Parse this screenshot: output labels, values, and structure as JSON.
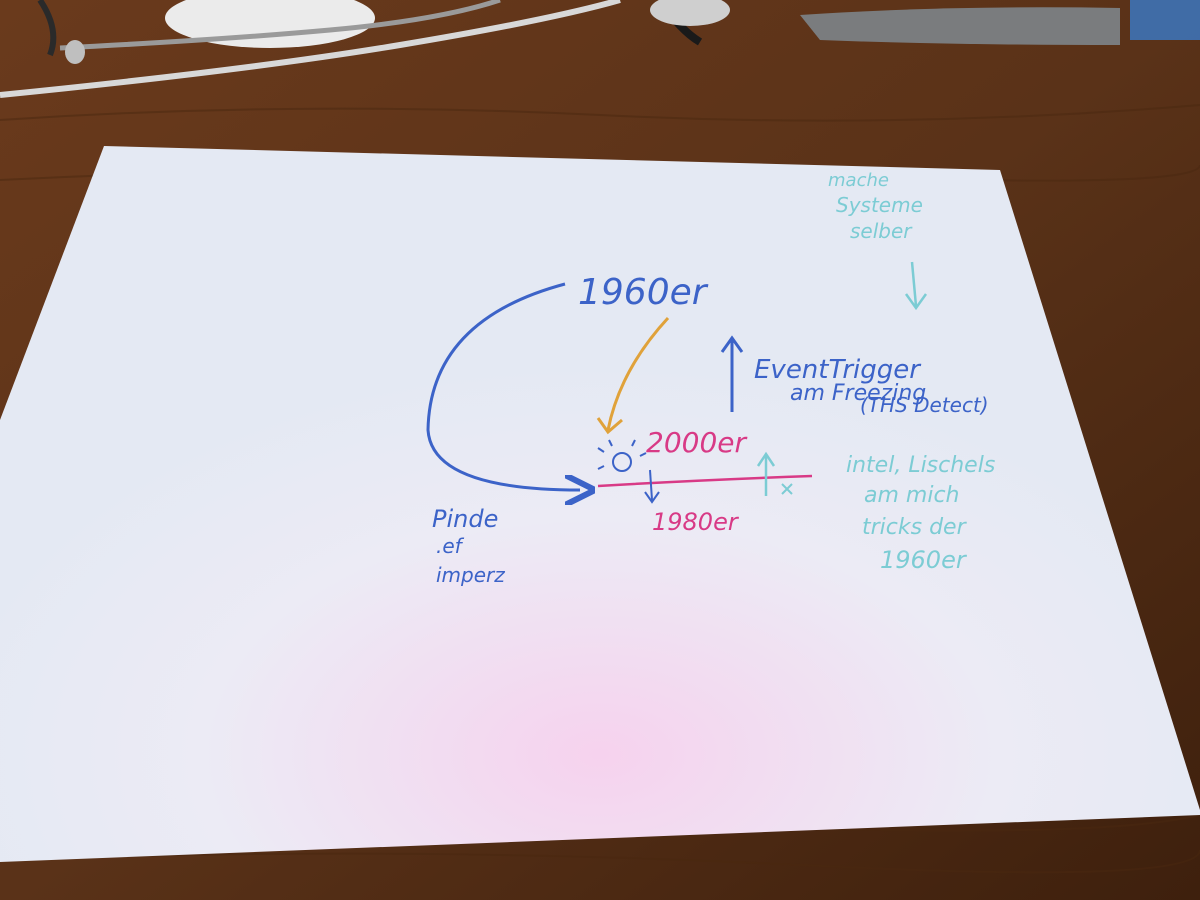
{
  "colors": {
    "desk": "#5a3218",
    "desk_dark": "#3e200d",
    "paper": "#eef0f6",
    "paper_glow": "#f3d6ee",
    "pen_blue": "#3c63c8",
    "pen_pink": "#d83a86",
    "pen_orange": "#e0a23a",
    "pen_cyan": "#7cccd4"
  },
  "icons": {
    "bulb": "lightbulb-icon"
  },
  "note": {
    "label_1960": "1960er",
    "label_2000": "2000er",
    "label_1980": "1980er",
    "event_line1": "EventTrigger",
    "event_line2": "am Freezing",
    "event_line3": "(THS Detect)",
    "left_line1": "Pinde",
    "left_line2": ".ef",
    "left_line3": "imperz",
    "cyan_top_line1": "mache",
    "cyan_top_line2": "Systeme",
    "cyan_top_line3": "selber",
    "cyan_right_line1": "intel, Lischels",
    "cyan_right_line2": "am mich",
    "cyan_right_line3": "tricks der",
    "cyan_right_line4": "1960er"
  }
}
